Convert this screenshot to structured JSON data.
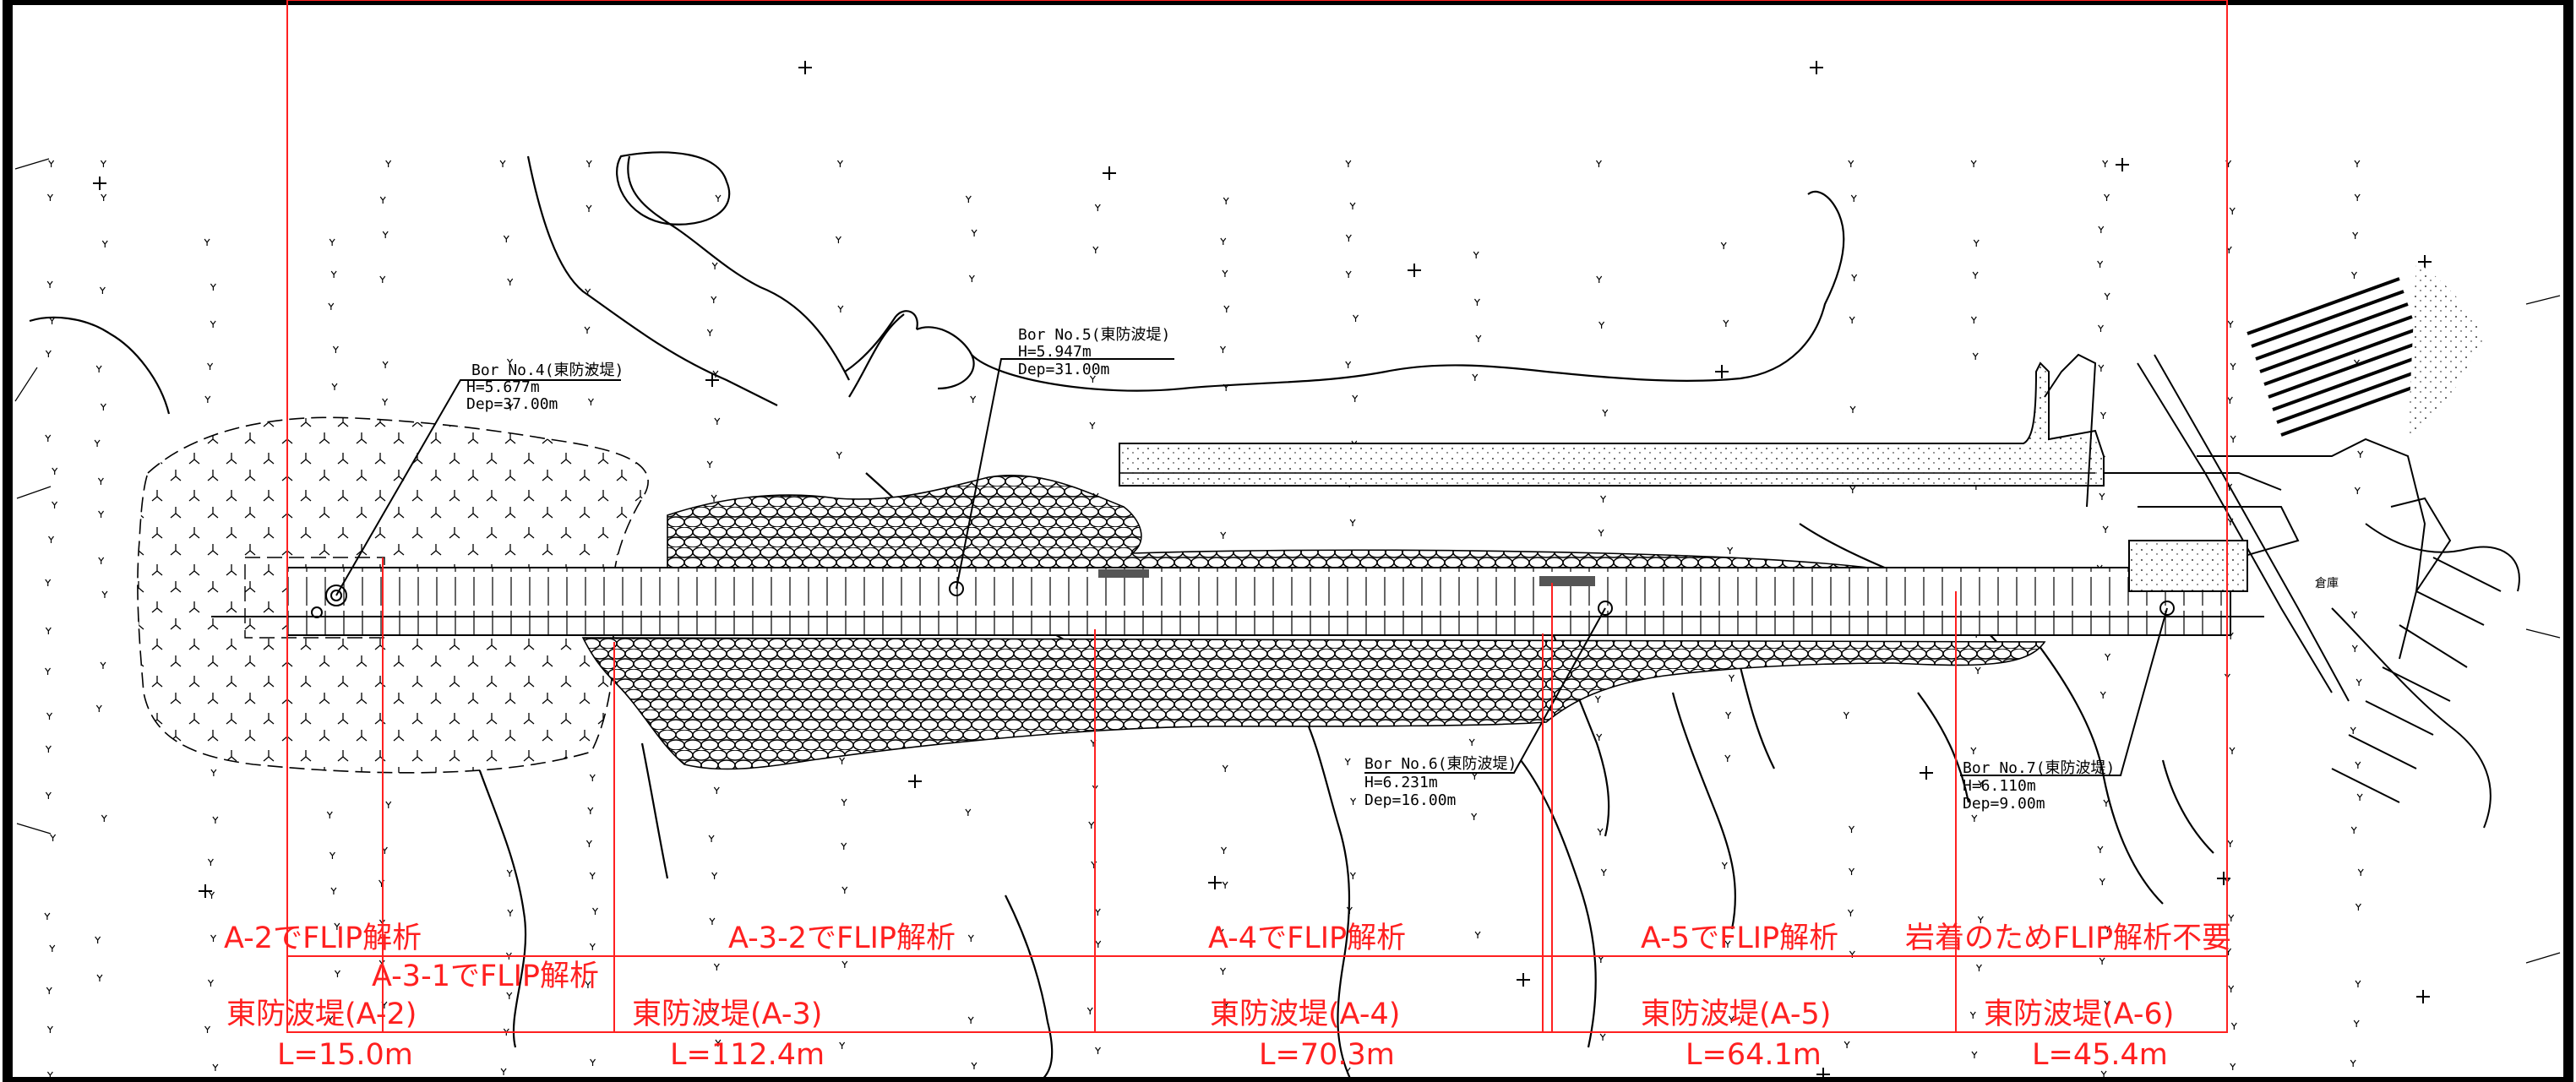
{
  "boreholes": [
    {
      "name": "Bor No.4(東防波堤)",
      "h": "H=5.677m",
      "dep": "Dep=37.00m"
    },
    {
      "name": "Bor No.5(東防波堤)",
      "h": "H=5.947m",
      "dep": "Dep=31.00m"
    },
    {
      "name": "Bor No.6(東防波堤)",
      "h": "H=6.231m",
      "dep": "Dep=16.00m"
    },
    {
      "name": "Bor No.7(東防波堤)",
      "h": "H=6.110m",
      "dep": "Dep=9.00m"
    }
  ],
  "analysis_labels": [
    "A-2でFLIP解析",
    "A-3-1でFLIP解析",
    "A-3-2でFLIP解析",
    "A-4でFLIP解析",
    "A-5でFLIP解析",
    "岩着のためFLIP解析不要"
  ],
  "sections": [
    {
      "name": "東防波堤(A-2)",
      "length": "L=15.0m"
    },
    {
      "name": "東防波堤(A-3)",
      "length": "L=112.4m"
    },
    {
      "name": "東防波堤(A-4)",
      "length": "L=70.3m"
    },
    {
      "name": "東防波堤(A-5)",
      "length": "L=64.1m"
    },
    {
      "name": "東防波堤(A-6)",
      "length": "L=45.4m"
    }
  ],
  "warehouse_label": "倉庫",
  "colors": {
    "section_lines": "#ff2020",
    "drawing": "#000000",
    "frame": "#000000"
  }
}
